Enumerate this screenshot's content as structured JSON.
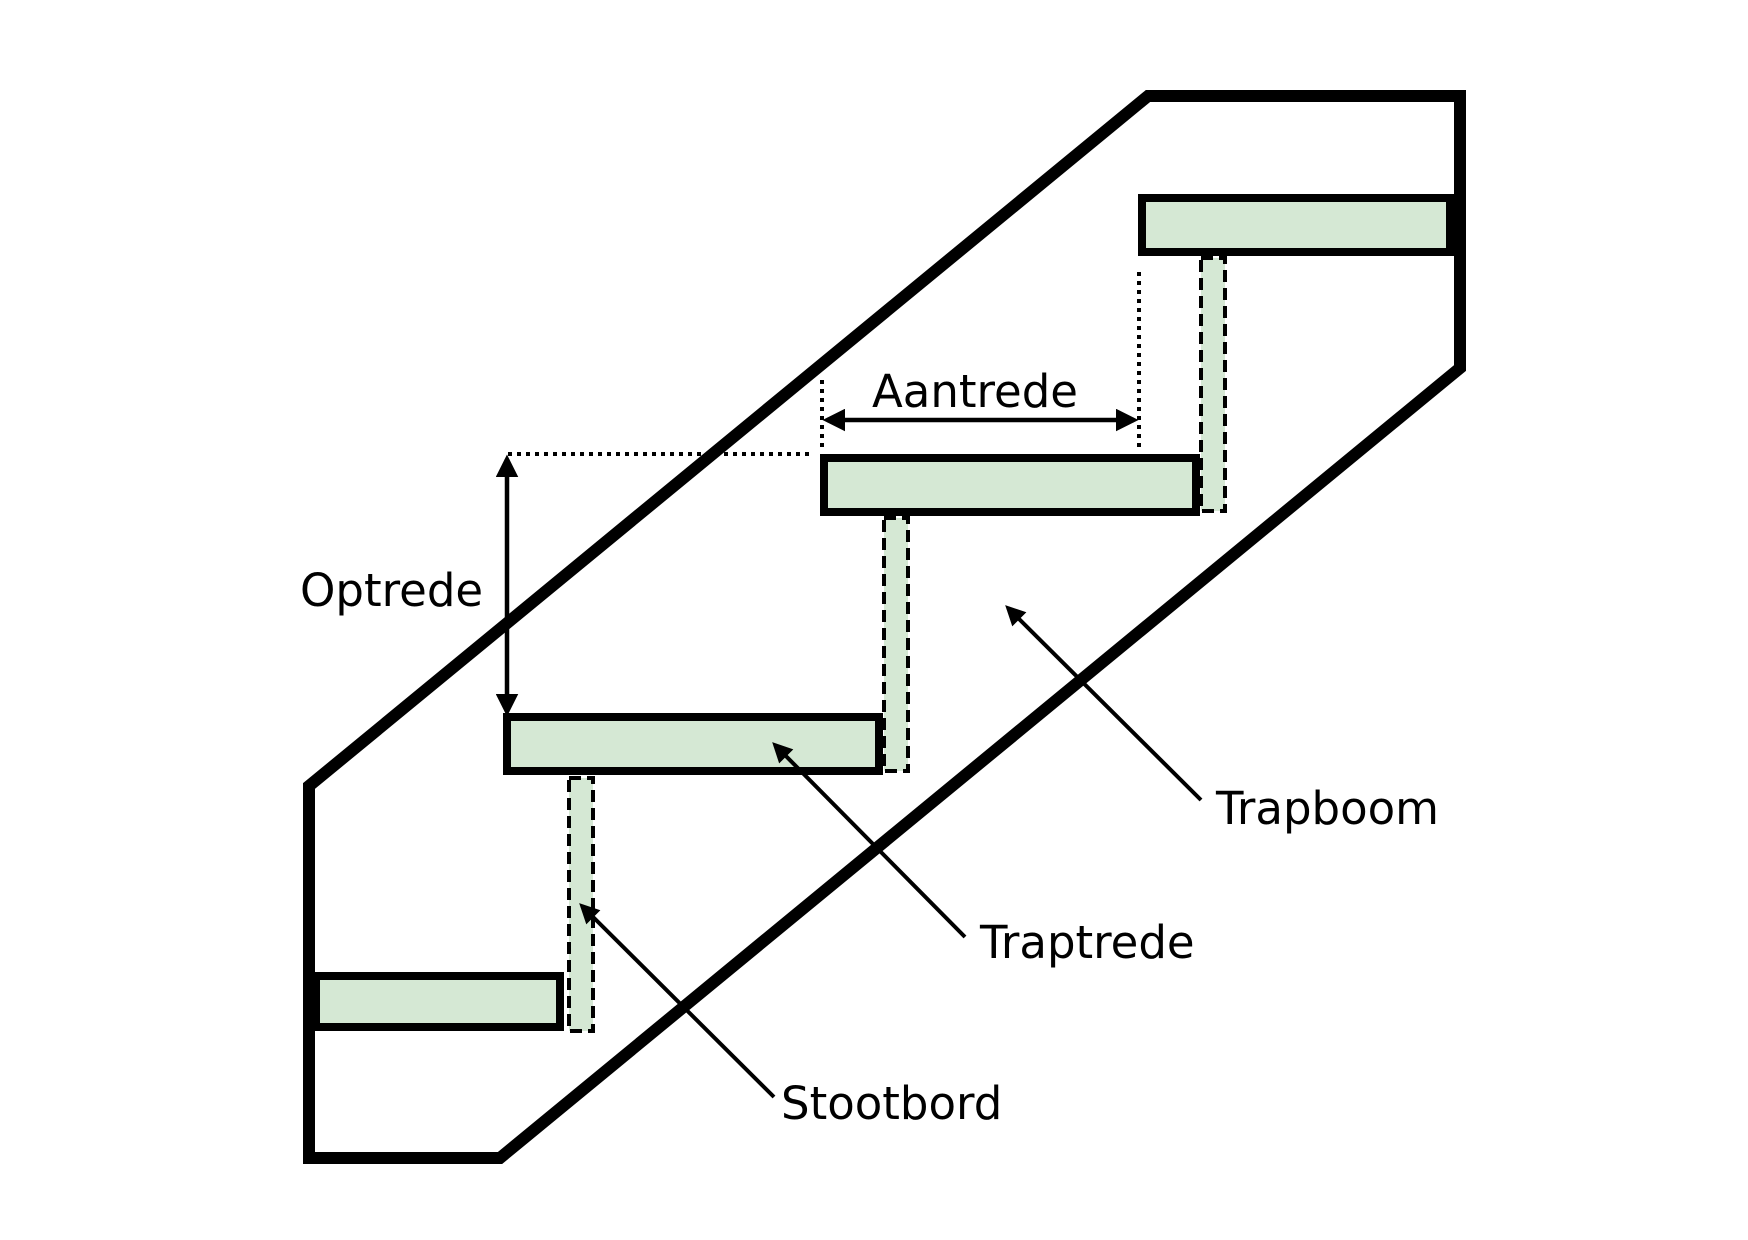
{
  "colors": {
    "stroke": "#000000",
    "tread_fill": "#d5e8d4",
    "riser_fill": "#d5e8d4",
    "background": "#ffffff"
  },
  "parts": {
    "stringer": "Trapboom",
    "tread": "Traptrede",
    "riser": "Stootbord"
  },
  "dimensions": {
    "going": "Aantrede",
    "rise": "Optrede"
  }
}
